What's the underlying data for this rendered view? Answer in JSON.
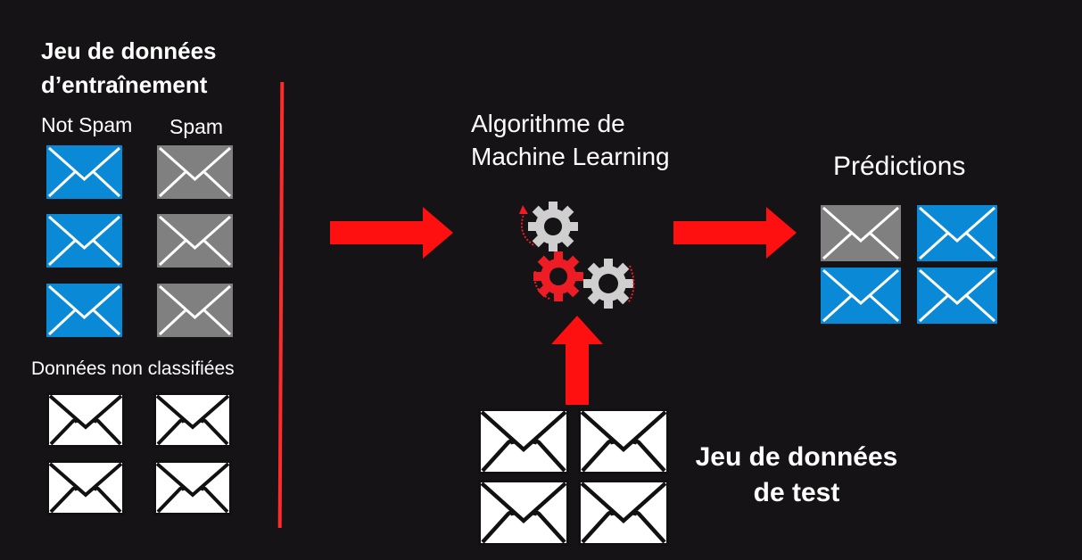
{
  "colors": {
    "background": "#151316",
    "spam_envelope": "#808080",
    "not_spam_envelope": "#0a8ad6",
    "unlabeled_envelope": "#ffffff",
    "arrow": "#ff1010",
    "divider": "#ff2a2a",
    "gear_gray": "#cfcfcf",
    "gear_red": "#ee1c24"
  },
  "training": {
    "title_line1": "Jeu de données",
    "title_line2": "d’entraînement",
    "not_spam_label": "Not Spam",
    "spam_label": "Spam",
    "unclassified_label": "Données non classifiées"
  },
  "algorithm": {
    "title_line1": "Algorithme de",
    "title_line2": "Machine Learning",
    "icon": "gears-icon"
  },
  "predictions": {
    "title": "Prédictions"
  },
  "test_set": {
    "title_line1": "Jeu de données",
    "title_line2": "de test"
  }
}
